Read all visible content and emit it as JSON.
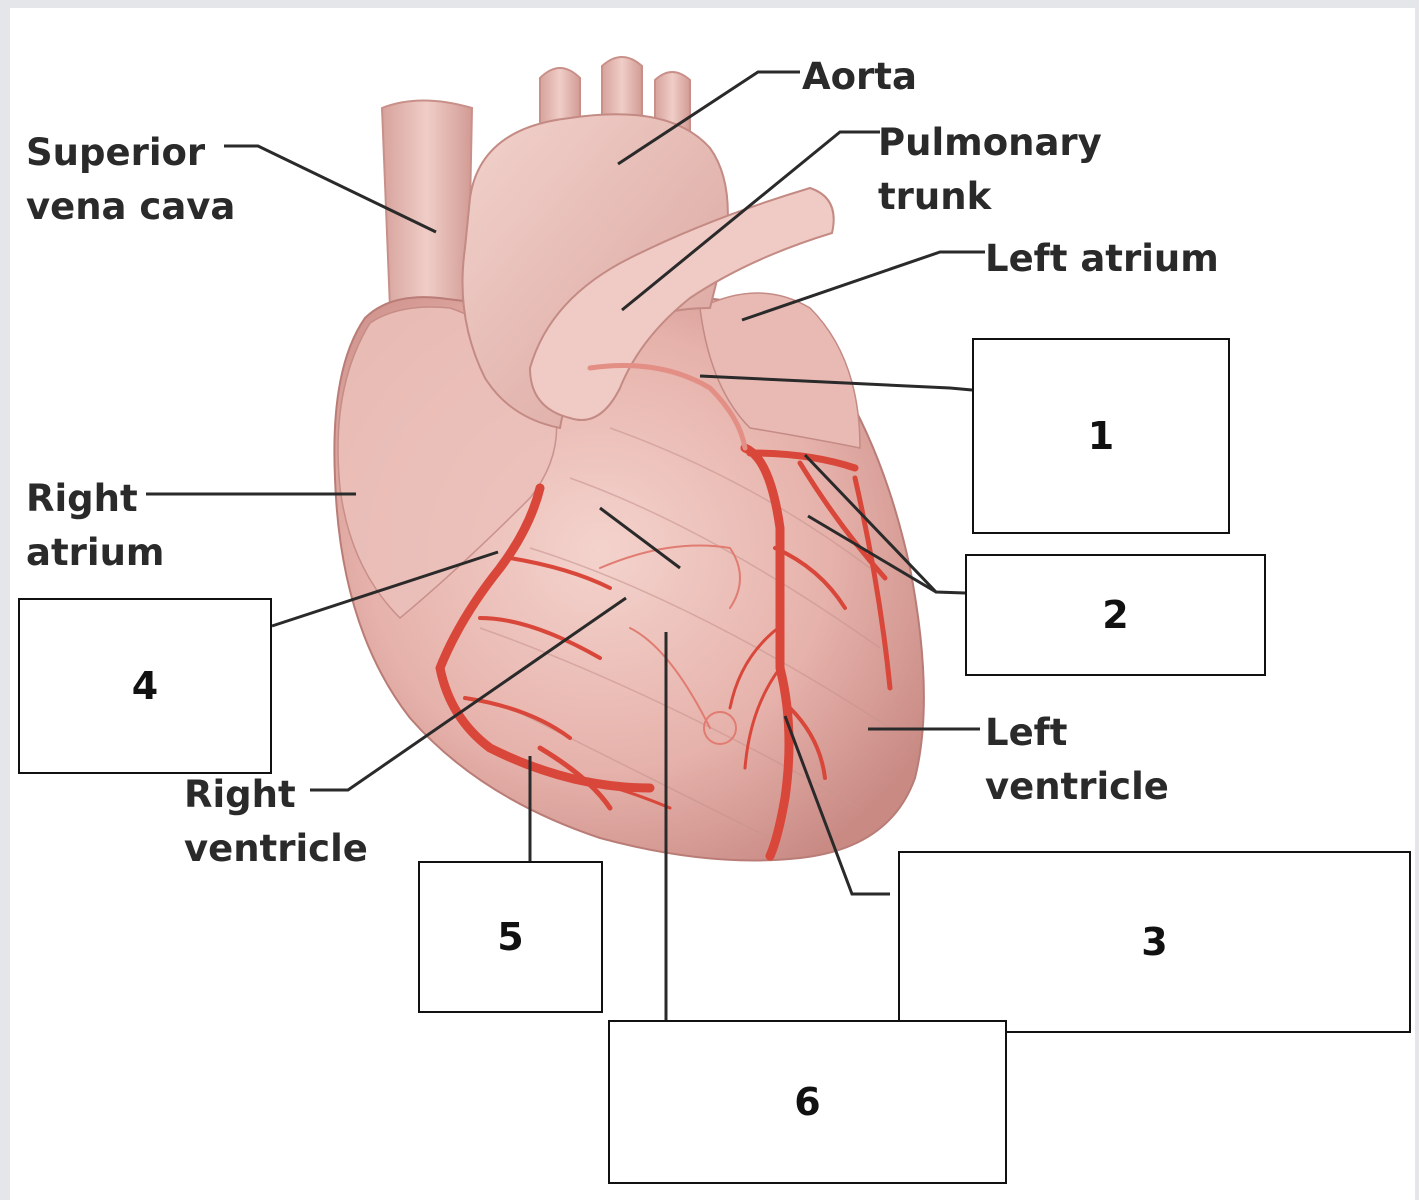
{
  "labels": {
    "aorta": "Aorta",
    "pulmonary_trunk": [
      "Pulmonary",
      "trunk"
    ],
    "superior_vena_cava": [
      "Superior",
      "vena cava"
    ],
    "left_atrium": "Left atrium",
    "right_atrium": [
      "Right",
      "atrium"
    ],
    "left_ventricle": [
      "Left",
      "ventricle"
    ],
    "right_ventricle": [
      "Right",
      "ventricle"
    ]
  },
  "answer_boxes": [
    "1",
    "2",
    "3",
    "4",
    "5",
    "6"
  ],
  "colors": {
    "background": "#ffffff",
    "heart_tissue": "#e8b4ae",
    "coronary_vessel": "#d9473a",
    "leader_line": "#2a2a2a"
  }
}
